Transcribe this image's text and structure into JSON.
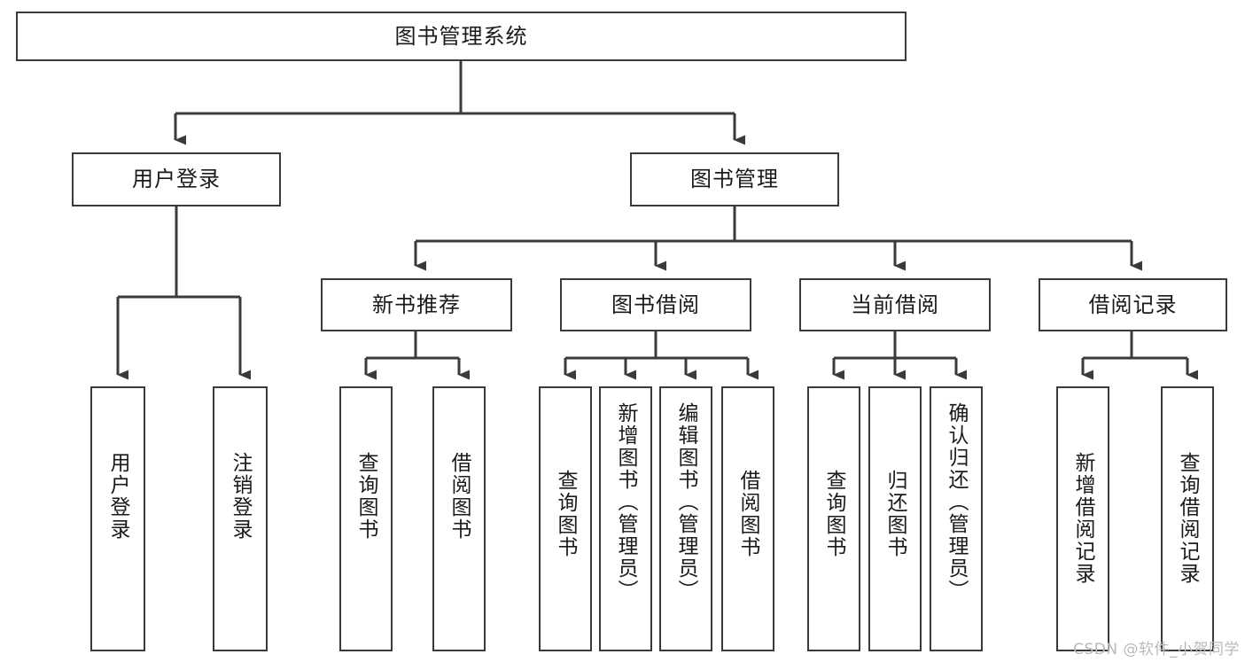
{
  "diagram": {
    "title": "图书管理系统",
    "type": "tree-hierarchy",
    "watermark": "CSDN @软件_小贺同学",
    "colors": {
      "box_border": "#3a3a3a",
      "box_fill": "#ffffff",
      "connector": "#3a3a3a",
      "text": "#1a1a1a",
      "watermark": "#b9b9b9",
      "background": "#ffffff"
    },
    "root": {
      "label": "图书管理系统",
      "orientation": "horizontal"
    },
    "level2": [
      {
        "label": "用户登录",
        "orientation": "horizontal"
      },
      {
        "label": "图书管理",
        "orientation": "horizontal"
      }
    ],
    "level3": [
      {
        "label": "新书推荐",
        "orientation": "horizontal",
        "parent": "图书管理"
      },
      {
        "label": "图书借阅",
        "orientation": "horizontal",
        "parent": "图书管理"
      },
      {
        "label": "当前借阅",
        "orientation": "horizontal",
        "parent": "图书管理"
      },
      {
        "label": "借阅记录",
        "orientation": "horizontal",
        "parent": "图书管理"
      }
    ],
    "leaves": {
      "用户登录": [
        {
          "label": "用户登录",
          "orientation": "vertical"
        },
        {
          "label": "注销登录",
          "orientation": "vertical"
        }
      ],
      "新书推荐": [
        {
          "label": "查询图书",
          "orientation": "vertical"
        },
        {
          "label": "借阅图书",
          "orientation": "vertical"
        }
      ],
      "图书借阅": [
        {
          "label": "查询图书",
          "orientation": "vertical"
        },
        {
          "label": "新增图书（管理员）",
          "orientation": "vertical"
        },
        {
          "label": "编辑图书（管理员）",
          "orientation": "vertical"
        },
        {
          "label": "借阅图书",
          "orientation": "vertical"
        }
      ],
      "当前借阅": [
        {
          "label": "查询图书",
          "orientation": "vertical"
        },
        {
          "label": "归还图书",
          "orientation": "vertical"
        },
        {
          "label": "确认归还（管理员）",
          "orientation": "vertical"
        }
      ],
      "借阅记录": [
        {
          "label": "新增借阅记录",
          "orientation": "vertical"
        },
        {
          "label": "查询借阅记录",
          "orientation": "vertical"
        }
      ]
    }
  }
}
